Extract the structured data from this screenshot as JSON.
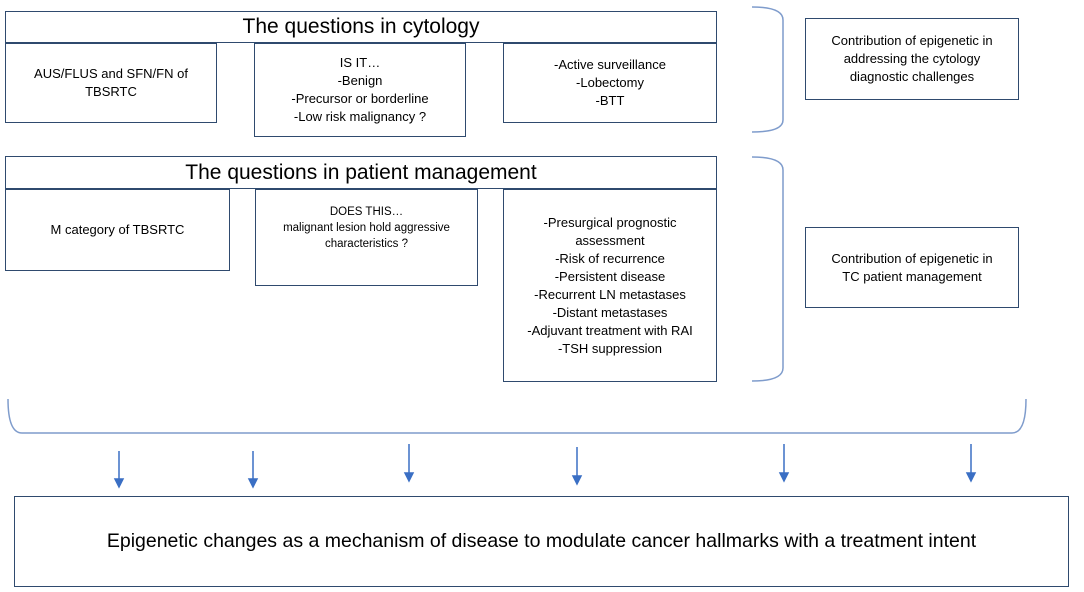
{
  "cytology": {
    "title": "The questions in cytology",
    "box1": "AUS/FLUS and SFN/FN of TBSRTC",
    "box2": [
      "IS IT…",
      "-Benign",
      "-Precursor or borderline",
      "-Low risk malignancy ?"
    ],
    "box3": [
      "-Active surveillance",
      "-Lobectomy",
      "-BTT"
    ],
    "contribution": [
      "Contribution of epigenetic in",
      "addressing the cytology",
      "diagnostic challenges"
    ]
  },
  "management": {
    "title": "The questions in patient management",
    "box1": "M category of TBSRTC",
    "box2": [
      "DOES THIS…",
      "malignant lesion hold aggressive",
      "characteristics ?"
    ],
    "box3": [
      "-Presurgical prognostic",
      "assessment",
      "-Risk of recurrence",
      "-Persistent disease",
      "-Recurrent LN metastases",
      "-Distant metastases",
      "-Adjuvant treatment with RAI",
      "-TSH suppression"
    ],
    "contribution": [
      "Contribution of epigenetic in",
      "TC patient management"
    ]
  },
  "conclusion": "Epigenetic changes as a mechanism of disease to modulate cancer hallmarks with a treatment intent",
  "colors": {
    "border": "#2f4a6e",
    "bracket": "#7f9ccc",
    "arrow": "#3a6fc4"
  }
}
